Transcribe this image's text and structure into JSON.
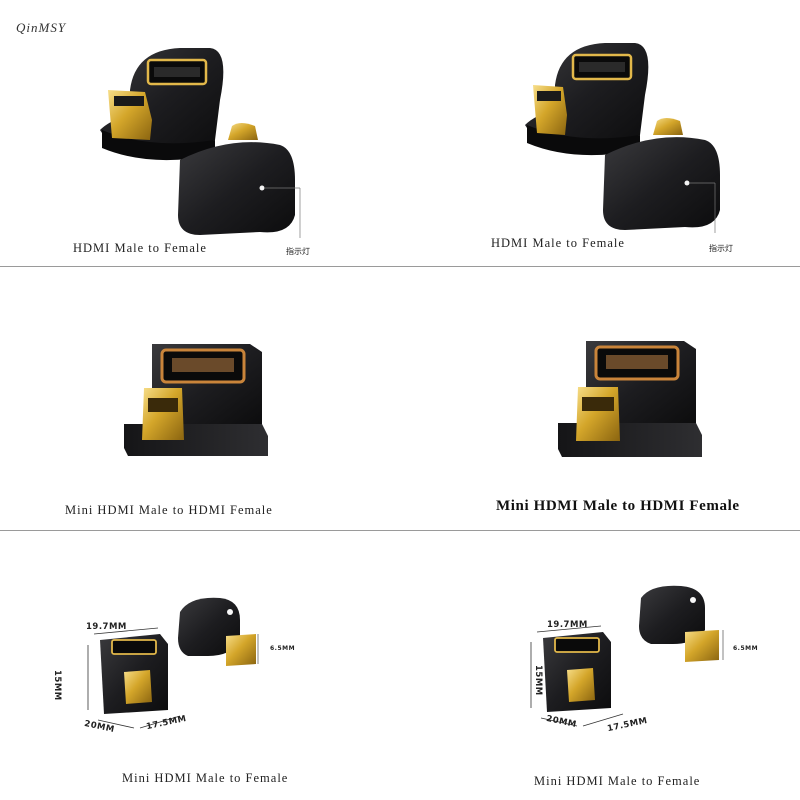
{
  "brand": "QinMSY",
  "panels": [
    {
      "caption": "HDMI Male to Female",
      "callout": "指示灯"
    },
    {
      "caption": "HDMI Male to Female",
      "callout": "指示灯"
    },
    {
      "caption": "Mini HDMI Male to HDMI Female"
    },
    {
      "caption": "Mini HDMI Male to HDMI Female"
    },
    {
      "caption": "Mini HDMI Male to Female",
      "dims": {
        "top": "19.7MM",
        "height": "15MM",
        "depth": "20MM",
        "width": "17.5MM",
        "plug": "6.5MM"
      }
    },
    {
      "caption": "Mini HDMI Male to Female",
      "dims": {
        "top": "19.7MM",
        "height": "15MM",
        "depth": "20MM",
        "width": "17.5MM",
        "plug": "6.5MM"
      }
    }
  ],
  "colors": {
    "body": "#1c1c1e",
    "gold": "#d4a62a",
    "divider": "#9a9a9a"
  }
}
